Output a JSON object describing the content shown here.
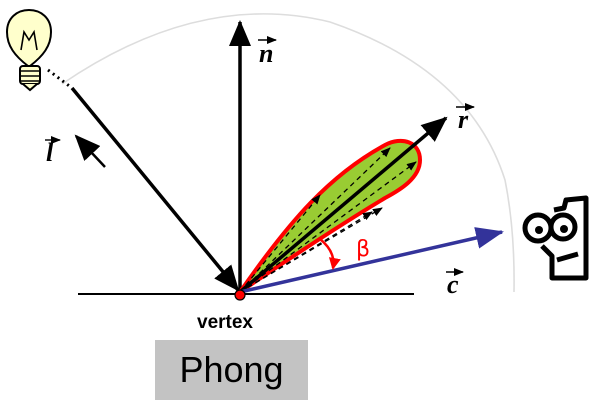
{
  "labels": {
    "normal": "n",
    "reflect": "r",
    "light": "l",
    "camera": "c",
    "angle": "β",
    "vertex": "vertex"
  },
  "caption": "Phong",
  "colors": {
    "lobe_fill": "#99cc33",
    "lobe_outline": "#ff0000",
    "camera_vector": "#33339a",
    "angle_arc": "#ff0000",
    "arc_guide": "#dddddd",
    "vertex_dot": "#ff0000",
    "caption_bg": "#c3c3c3"
  },
  "icons": {
    "light_source": "light-bulb-icon",
    "viewer": "eye-viewer-icon"
  }
}
